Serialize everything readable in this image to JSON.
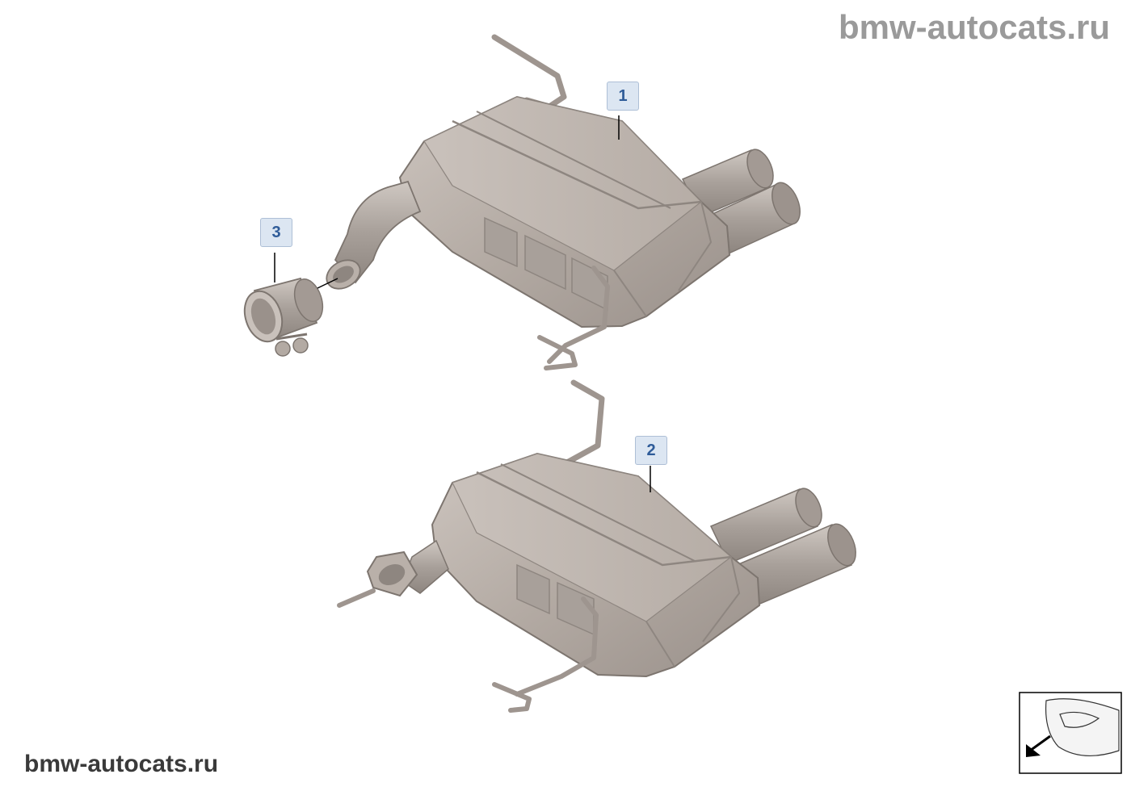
{
  "watermark_top": "bmw-autocats.ru",
  "watermark_bottom": "bmw-autocats.ru",
  "callouts": [
    {
      "label": "1",
      "part": "rear-silencer-upper"
    },
    {
      "label": "2",
      "part": "rear-silencer-lower"
    },
    {
      "label": "3",
      "part": "pipe-clamp"
    }
  ],
  "colors": {
    "metal": "#b5aca5",
    "metal_dark": "#8e8680",
    "metal_light": "#d8d2cc",
    "callout_bg": "#dce6f2",
    "callout_text": "#2f5c99"
  }
}
